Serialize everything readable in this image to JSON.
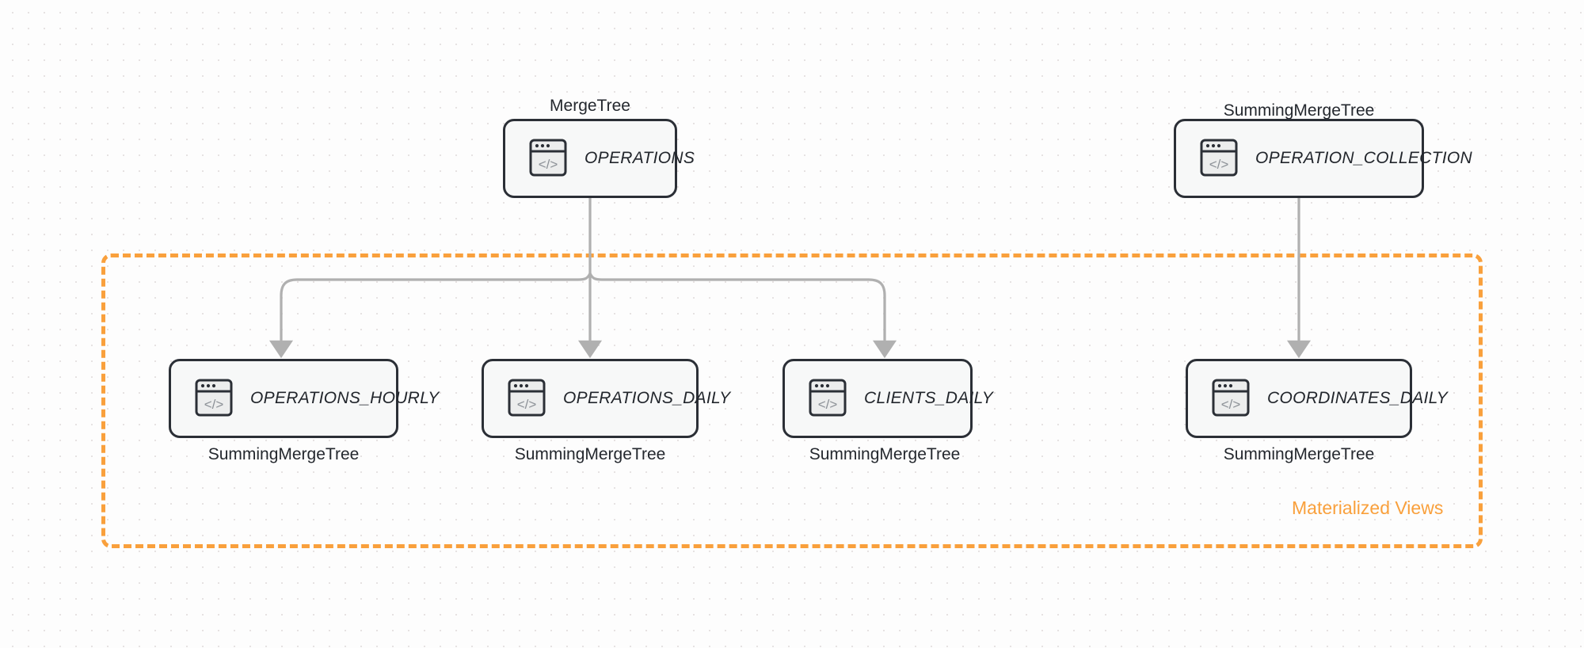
{
  "diagram": {
    "title": "ClickHouse table and materialized view topology",
    "colors": {
      "accent": "#f9a03c",
      "node_border": "#2b2f36",
      "node_fill": "#f7f8f8",
      "edge": "#b0b0b0",
      "canvas": "#fdfdfd",
      "grid_dot": "#e6e2e2"
    },
    "group": {
      "label": "Materialized Views"
    },
    "source_nodes": [
      {
        "id": "operations",
        "label": "OPERATIONS",
        "caption": "MergeTree",
        "caption_position": "top",
        "icon": "code-window-icon"
      },
      {
        "id": "operation_collection",
        "label": "OPERATION_COLLECTION",
        "caption": "SummingMergeTree",
        "caption_position": "top",
        "icon": "code-window-icon"
      }
    ],
    "view_nodes": [
      {
        "id": "operations_hourly",
        "label": "OPERATIONS_HOURLY",
        "caption": "SummingMergeTree",
        "caption_position": "bottom",
        "icon": "code-window-icon"
      },
      {
        "id": "operations_daily",
        "label": "OPERATIONS_DAILY",
        "caption": "SummingMergeTree",
        "caption_position": "bottom",
        "icon": "code-window-icon"
      },
      {
        "id": "clients_daily",
        "label": "CLIENTS_DAILY",
        "caption": "SummingMergeTree",
        "caption_position": "bottom",
        "icon": "code-window-icon"
      },
      {
        "id": "coordinates_daily",
        "label": "COORDINATES_DAILY",
        "caption": "SummingMergeTree",
        "caption_position": "bottom",
        "icon": "code-window-icon"
      }
    ],
    "edges": [
      {
        "from": "operations",
        "to": "operations_hourly"
      },
      {
        "from": "operations",
        "to": "operations_daily"
      },
      {
        "from": "operations",
        "to": "clients_daily"
      },
      {
        "from": "operation_collection",
        "to": "coordinates_daily"
      }
    ]
  }
}
